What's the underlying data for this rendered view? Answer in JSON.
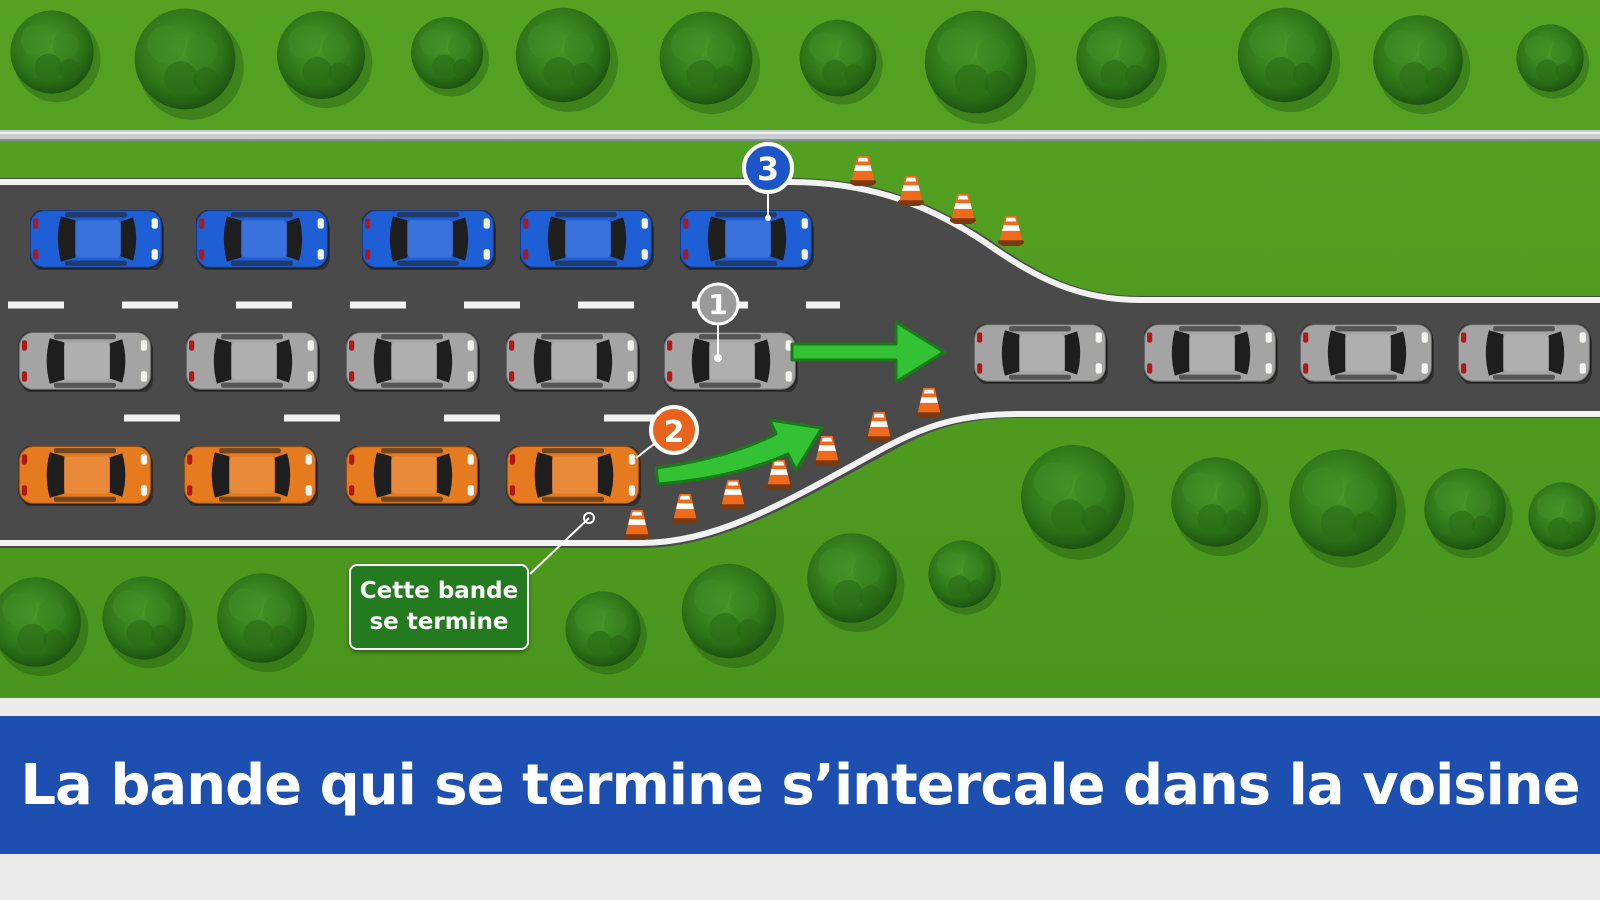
{
  "caption": "La bande qui se termine s’intercale dans la voisine",
  "lane_end_label": {
    "line1": "Cette bande",
    "line2": "se termine"
  },
  "markers": [
    {
      "id": "1",
      "color": "#9a9a9a"
    },
    {
      "id": "2",
      "color": "#e8641c"
    },
    {
      "id": "3",
      "color": "#1d55c8"
    }
  ],
  "colors": {
    "grass": "#4f9a1f",
    "asphalt": "#4a4a4a",
    "car_blue": "#1e5fd6",
    "car_gray": "#a4a4a4",
    "car_orange": "#e57a1f",
    "arrow_green": "#2fbf2f",
    "caption_band": "#1d4fb0"
  },
  "icons": [
    "tree-icon",
    "traffic-cone-icon",
    "car-icon",
    "arrow-right-icon"
  ]
}
